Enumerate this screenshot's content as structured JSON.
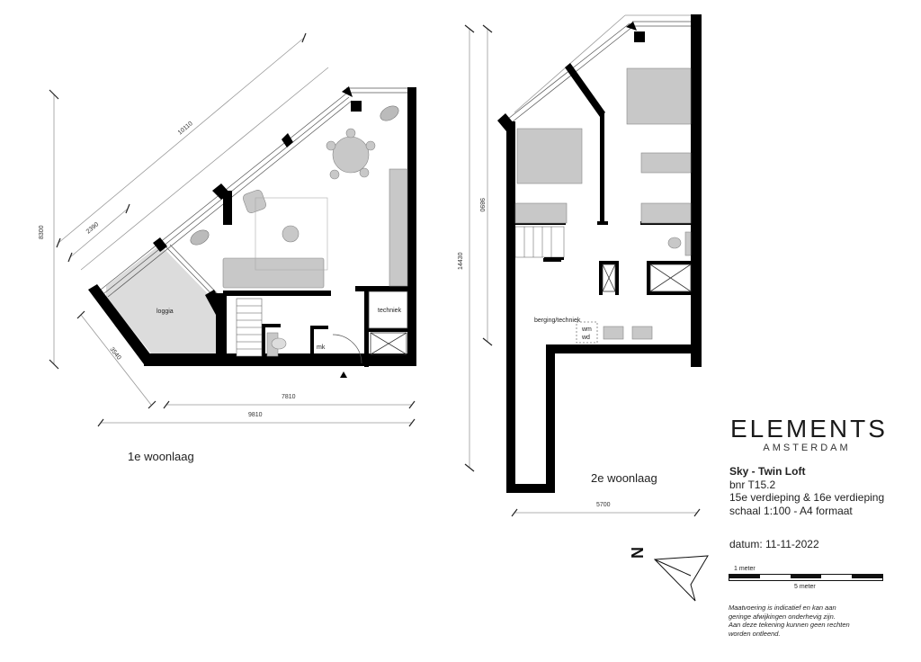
{
  "brand": {
    "name": "ELEMENTS",
    "city": "AMSTERDAM"
  },
  "project": {
    "title": "Sky - Twin Loft",
    "unit": "bnr T15.2",
    "floors": "15e verdieping & 16e verdieping",
    "scale": "schaal 1:100 - A4 formaat",
    "date": "datum: 11-11-2022"
  },
  "scalebar": {
    "top_label": "1 meter",
    "bottom_label": "5 meter",
    "segments": 5
  },
  "north_arrow": {
    "label": "N"
  },
  "disclaimer": {
    "line1": "Maatvoering is indicatief en kan aan",
    "line2": "geringe afwijkingen onderhevig zijn.",
    "line3": "Aan deze tekening kunnen geen rechten",
    "line4": "worden ontleend."
  },
  "floor1": {
    "label": "1e woonlaag",
    "rooms": {
      "loggia": "loggia",
      "techniek": "techniek",
      "mk": "mk"
    },
    "dimensions": {
      "diagonal_total": "10110",
      "diagonal_partial": "2390",
      "height": "8300",
      "loggia_side": "3540",
      "width_inner": "7810",
      "width_total": "9810"
    }
  },
  "floor2": {
    "label": "2e woonlaag",
    "rooms": {
      "berging": "berging/techniek",
      "wm": "wm",
      "wd": "wd"
    },
    "dimensions": {
      "height_total": "14430",
      "height_partial": "9890",
      "width": "5700"
    }
  },
  "colors": {
    "wall": "#000000",
    "furniture": "#c8c8c8",
    "loggia_fill": "#dcdcdc",
    "dimension_line": "#888888"
  }
}
